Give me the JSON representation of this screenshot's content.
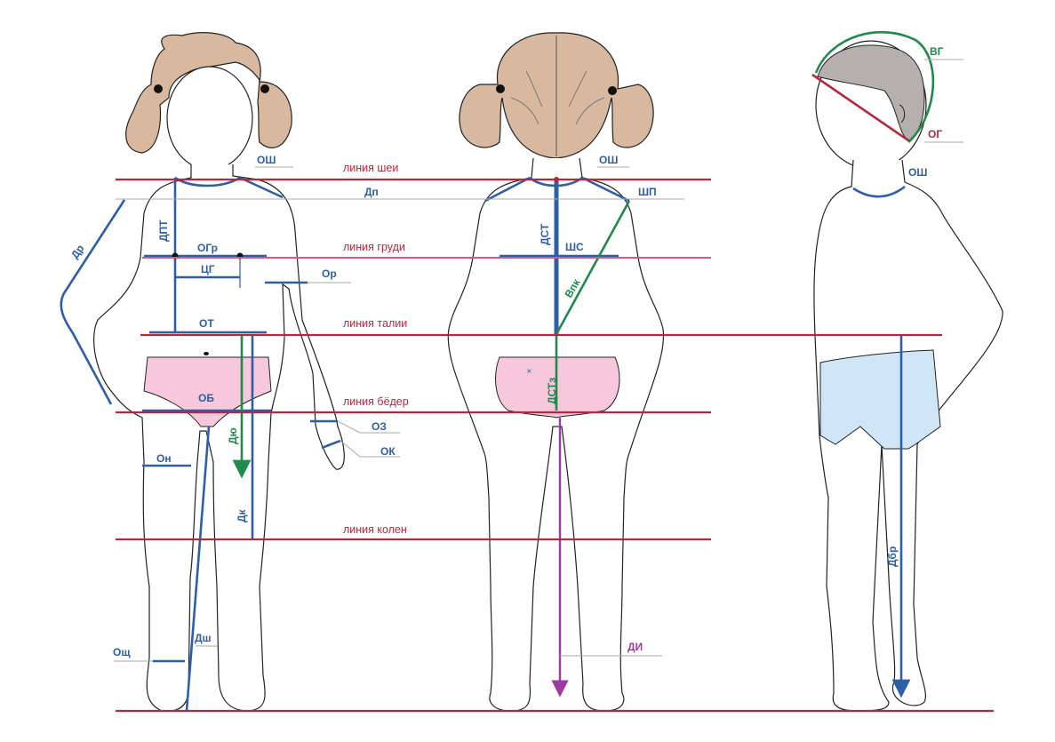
{
  "lines": {
    "neck": "линия шеи",
    "chest": "линия груди",
    "waist": "линия талии",
    "hips": "линия бёдер",
    "knees": "линия колен"
  },
  "front": {
    "osh": "ОШ",
    "dp": "Дп",
    "dpt": "ДПТ",
    "dr": "Др",
    "ogr": "ОГр",
    "cg": "ЦГ",
    "or": "Ор",
    "ot": "ОТ",
    "ob": "ОБ",
    "dyu": "Дю",
    "oz": "ОЗ",
    "ok": "ОК",
    "on": "Он",
    "dk": "Дк",
    "osch": "Ощ",
    "dsh": "Дш"
  },
  "back": {
    "osh": "ОШ",
    "shp": "ШП",
    "dst": "ДСТ",
    "shs": "ШС",
    "vpk": "Впк",
    "dstz": "ДСТз",
    "di": "ДИ"
  },
  "side": {
    "vg": "ВГ",
    "og": "ОГ",
    "osh": "ОШ",
    "dbr": "Дбр"
  },
  "colors": {
    "line": "#b5283e",
    "measure_blue": "#2c5fa6",
    "measure_green": "#1f8a4c",
    "measure_purple": "#9c3ba0",
    "hair": "#d9b8a0",
    "underwear_pink": "#f7c8dc",
    "shorts_blue": "#cfe6f7",
    "cap_grey": "#b5b0ad"
  }
}
